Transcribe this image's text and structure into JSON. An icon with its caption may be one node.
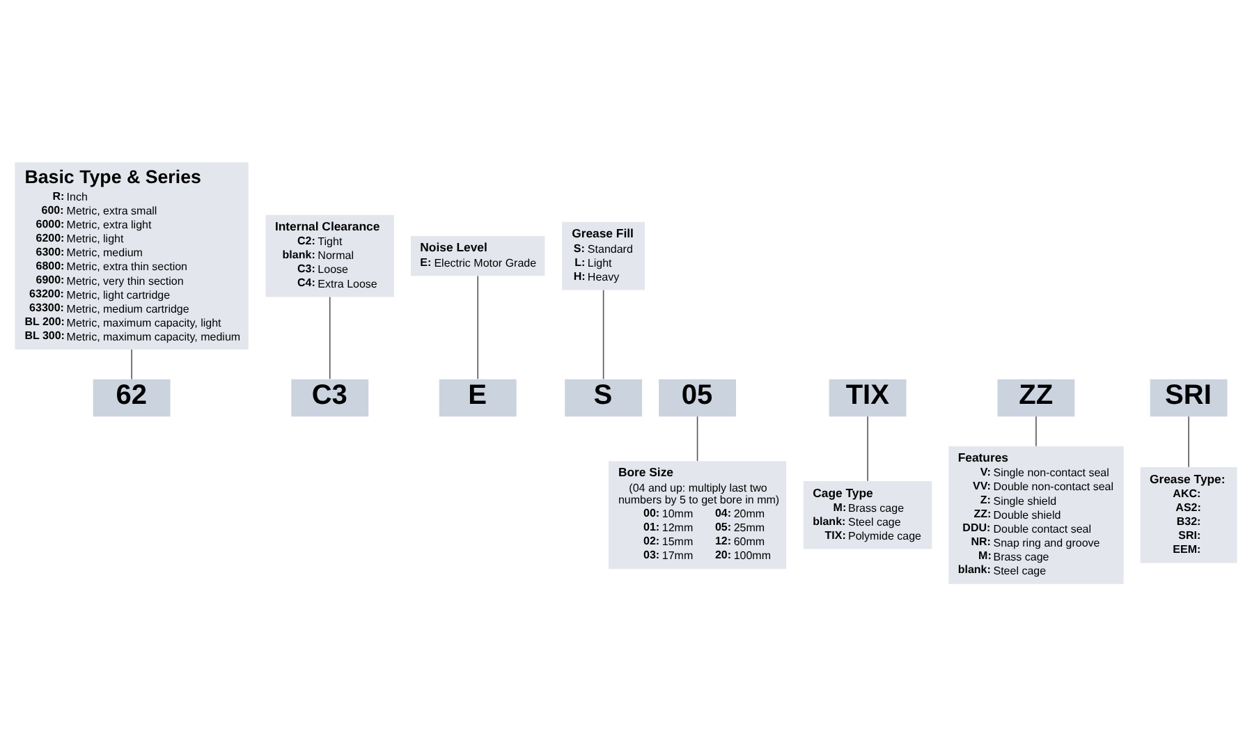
{
  "diagram": {
    "nodes": [
      {
        "text": [
          "Basic Type & Series",
          "R: Inch",
          "600: Metric, extra small",
          "6000: Metric, extra light",
          "6200: Metric, light",
          "6300: Metric, medium",
          "6800: Metric, extra thin section",
          "6900: Metric, very thin section",
          "63200: Metric, light cartridge",
          "63300: Metric, medium cartridge",
          "BL 200: Metric, maximum capacity, light",
          "BL 300: Metric, maximum capacity, medium"
        ]
      },
      {
        "text": [
          "Internal Clearance",
          "C2: Tight",
          "blank: Normal",
          "C3: Loose",
          "C4: Extra Loose"
        ]
      },
      {
        "text": [
          "Noise Level",
          "E: Electric Motor Grade"
        ]
      },
      {
        "text": [
          "Grease Fill",
          "S: Standard",
          "L: Light",
          "H: Heavy"
        ]
      },
      {
        "text": [
          "62"
        ]
      },
      {
        "text": [
          "05"
        ]
      },
      {
        "text": [
          "TIX"
        ]
      },
      {
        "text": [
          "ZZ"
        ]
      },
      {
        "text": [
          "C3"
        ]
      },
      {
        "text": [
          "E"
        ]
      },
      {
        "text": [
          "SRI"
        ]
      },
      {
        "text": [
          "S"
        ]
      },
      {
        "text": [
          "Bore Size",
          "(04 and up: multiply last two numbers by 5 to get bore in mm)",
          "00: 10mm",
          "04: 20mm",
          "01: 12mm",
          "05: 25mm",
          "02: 15mm",
          "12: 60mm",
          "03: 17mm",
          "20: 100mm"
        ]
      },
      {
        "text": [
          "Cage Type",
          "M: Brass cage",
          "blank: Steel cage",
          "TIX: Polymide cage"
        ]
      },
      {
        "text": [
          "Features",
          "V: Single non-contact seal",
          "VV: Double non-contact seal",
          "Z: Single shield",
          "ZZ: Double shield",
          "DDU: Double contact seal",
          "NR: Snap ring and groove",
          "M: Brass cage",
          "blank: Steel cage"
        ]
      },
      {
        "text": [
          "Grease Type:",
          "AKC:",
          "AS2:",
          "B32:",
          "SRI:",
          "EEM:"
        ]
      }
    ],
    "edges": [
      {
        "from": 0,
        "to": 4,
        "arrow": "none"
      },
      {
        "from": 1,
        "to": 8,
        "arrow": "none"
      },
      {
        "from": 2,
        "to": 9,
        "arrow": "none"
      },
      {
        "from": 3,
        "to": 11,
        "arrow": "none"
      },
      {
        "from": 5,
        "to": 12,
        "arrow": "none"
      },
      {
        "from": 6,
        "to": 13,
        "arrow": "none"
      },
      {
        "from": 7,
        "to": 14,
        "arrow": "none"
      },
      {
        "from": 10,
        "to": 15,
        "arrow": "none"
      }
    ]
  }
}
